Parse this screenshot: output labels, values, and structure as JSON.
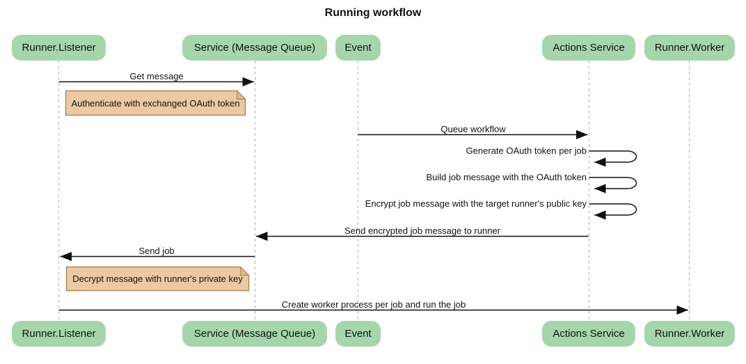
{
  "title": "Running workflow",
  "colors": {
    "background": "#ffffff",
    "actor_fill": "#a5d6ab",
    "note_fill": "#ecc9a2",
    "note_fold": "#e0b88a",
    "note_border": "#a98b59",
    "lifeline": "#b0b0b0",
    "line": "#111111",
    "text": "#111111"
  },
  "participants": [
    {
      "id": "runner-listener",
      "label": "Runner.Listener"
    },
    {
      "id": "service-message-queue",
      "label": "Service (Message Queue)"
    },
    {
      "id": "event",
      "label": "Event"
    },
    {
      "id": "actions-service",
      "label": "Actions Service"
    },
    {
      "id": "runner-worker",
      "label": "Runner.Worker"
    }
  ],
  "messages": [
    {
      "type": "arrow",
      "from": "Runner.Listener",
      "to": "Service (Message Queue)",
      "label": "Get message"
    },
    {
      "type": "note",
      "over": "Runner.Listener",
      "label": "Authenticate with exchanged OAuth token"
    },
    {
      "type": "arrow",
      "from": "Event",
      "to": "Actions Service",
      "label": "Queue workflow"
    },
    {
      "type": "self",
      "on": "Actions Service",
      "label": "Generate OAuth token per job"
    },
    {
      "type": "self",
      "on": "Actions Service",
      "label": "Build job message with the OAuth token"
    },
    {
      "type": "self",
      "on": "Actions Service",
      "label": "Encrypt job message with the target runner's public key"
    },
    {
      "type": "arrow",
      "from": "Actions Service",
      "to": "Service (Message Queue)",
      "label": "Send encrypted job message to runner"
    },
    {
      "type": "arrow",
      "from": "Service (Message Queue)",
      "to": "Runner.Listener",
      "label": "Send job"
    },
    {
      "type": "note",
      "over": "Runner.Listener",
      "label": "Decrypt message with runner's private key"
    },
    {
      "type": "arrow",
      "from": "Runner.Listener",
      "to": "Runner.Worker",
      "label": "Create worker process per job and run the job"
    }
  ]
}
